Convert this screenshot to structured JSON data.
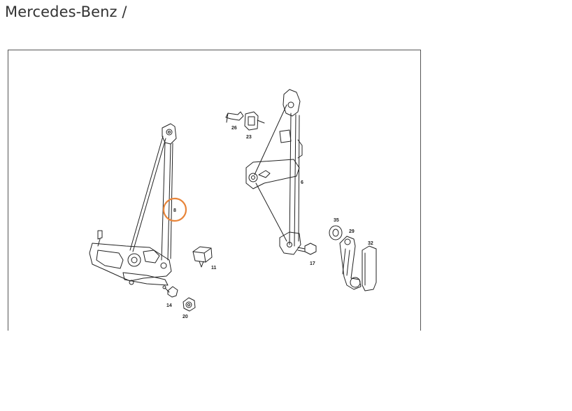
{
  "breadcrumb": {
    "title": "Mercedes-Benz /"
  },
  "diagram": {
    "highlight_color": "#e8853a",
    "labels": {
      "p8": "8",
      "p11": "11",
      "p14": "14",
      "p20": "20",
      "p26": "26",
      "p23": "23",
      "p6": "6",
      "p35": "35",
      "p29": "29",
      "p32": "32",
      "p17": "17"
    }
  }
}
